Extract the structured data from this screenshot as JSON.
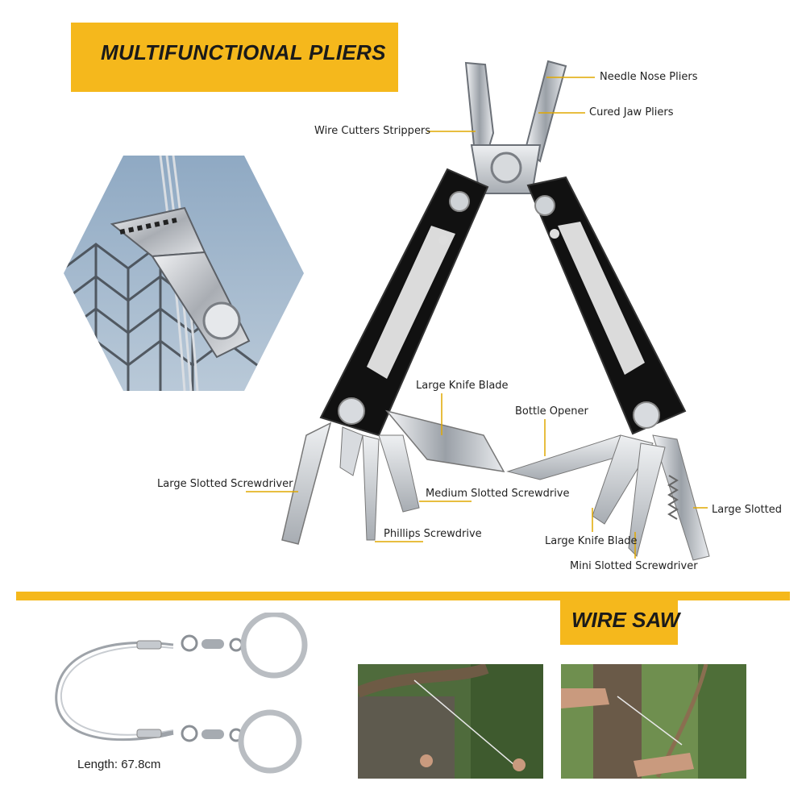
{
  "header": {
    "title": "MULTIFUNCTIONAL PLIERS"
  },
  "callouts": {
    "needle_nose_pliers": "Needle Nose Pliers",
    "cured_jaw_pliers": "Cured Jaw Pliers",
    "wire_cutters_strippers": "Wire Cutters Strippers",
    "large_knife_blade_left": "Large Knife Blade",
    "bottle_opener": "Bottle Opener",
    "large_slotted_screwdriver": "Large Slotted Screwdriver",
    "medium_slotted_screwdrive": "Medium Slotted Screwdrive",
    "phillips_screwdrive": "Phillips Screwdrive",
    "large_slotted": "Large Slotted",
    "large_knife_blade_right": "Large Knife Blade",
    "mini_slotted_screwdriver": "Mini Slotted Screwdriver"
  },
  "wire_saw": {
    "title": "WIRE SAW",
    "length_label": "Length: 67.8cm"
  },
  "colors": {
    "accent": "#f5b81c",
    "text": "#1a1a1a",
    "handle": "#111111",
    "steel": "#c9ccd0"
  }
}
